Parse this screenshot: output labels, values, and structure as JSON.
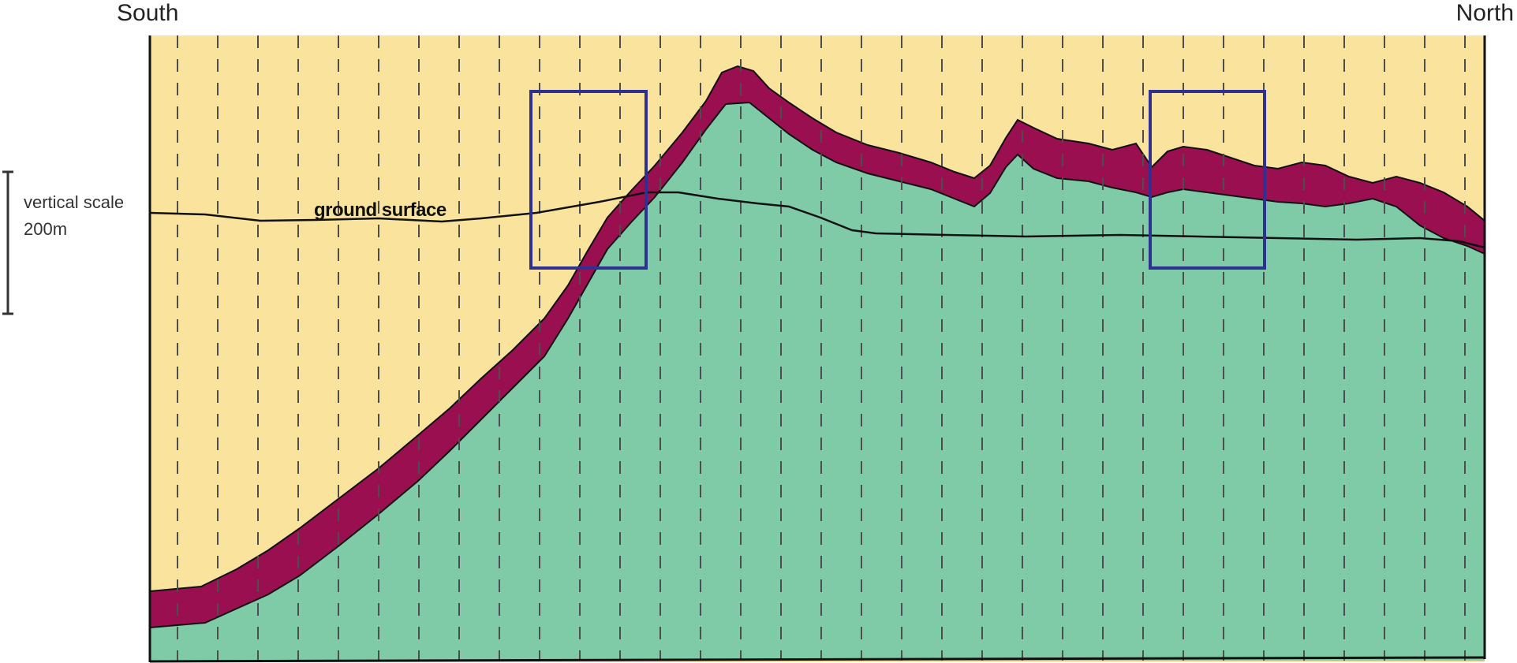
{
  "labels": {
    "south": "South",
    "north": "North",
    "vertical_scale_line1": "vertical scale",
    "vertical_scale_line2": "200m",
    "ground_surface": "ground surface"
  },
  "colors": {
    "sky_fill": "#FAE39C",
    "lower_layer_fill": "#7FCBA8",
    "marker_band_fill": "#9A0F50",
    "highlight_box_stroke": "#2E3192",
    "dashed_lines": "#4d4d4d",
    "outline": "#111111"
  }
}
